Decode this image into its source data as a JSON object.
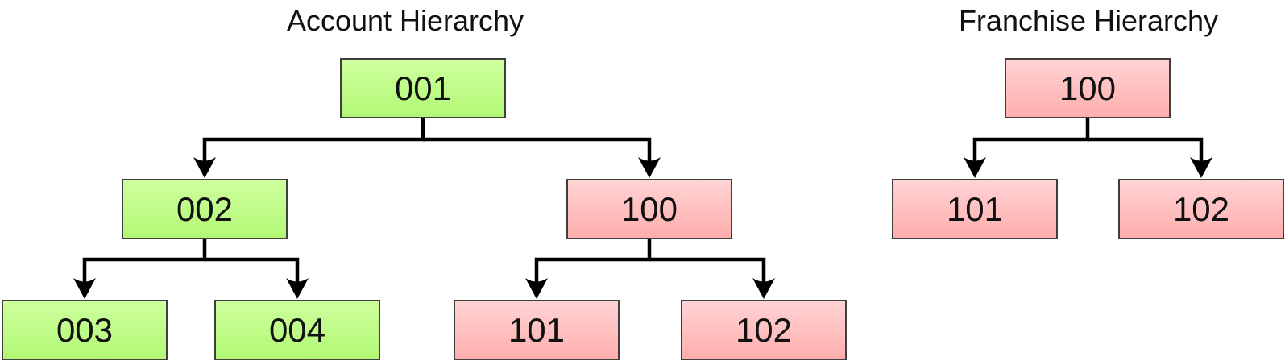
{
  "account_hierarchy": {
    "title": "Account Hierarchy",
    "nodes": {
      "root": {
        "label": "001",
        "type": "account"
      },
      "child_left": {
        "label": "002",
        "type": "account"
      },
      "child_right": {
        "label": "100",
        "type": "franchise"
      },
      "grandchild_1": {
        "label": "003",
        "type": "account"
      },
      "grandchild_2": {
        "label": "004",
        "type": "account"
      },
      "grandchild_3": {
        "label": "101",
        "type": "franchise"
      },
      "grandchild_4": {
        "label": "102",
        "type": "franchise"
      }
    }
  },
  "franchise_hierarchy": {
    "title": "Franchise Hierarchy",
    "nodes": {
      "root": {
        "label": "100",
        "type": "franchise"
      },
      "child_left": {
        "label": "101",
        "type": "franchise"
      },
      "child_right": {
        "label": "102",
        "type": "franchise"
      }
    }
  },
  "colors": {
    "account_fill_top": "#ceff9e",
    "account_fill_bottom": "#b2f875",
    "franchise_fill_top": "#ffd3d3",
    "franchise_fill_bottom": "#ffaeae",
    "node_border": "#3f3f3f",
    "connector": "#000000",
    "title_text": "#111111",
    "background": "#ffffff"
  }
}
